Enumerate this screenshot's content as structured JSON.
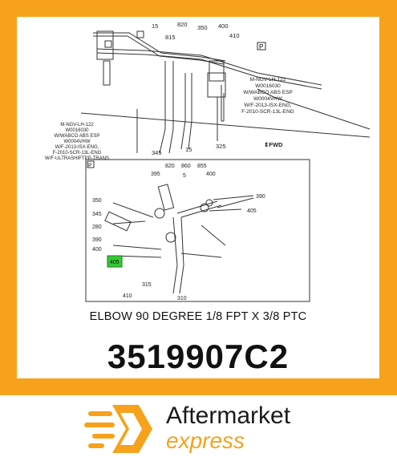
{
  "product": {
    "description": "ELBOW 90 DEGREE 1/8 FPT X 3/8 PTC",
    "part_number": "3519907C2"
  },
  "brand": {
    "word1": "Aftermarket",
    "word2": "express",
    "accent_color": "#f6a21c"
  },
  "diagram": {
    "callouts_top": [
      "15",
      "820",
      "350",
      "400",
      "815",
      "410"
    ],
    "p_marker": "P",
    "note_right": [
      "M-NGV-LH-122",
      "W0016030",
      "W/WABCO ABS ESP",
      "W0004VHW",
      "W/F-2013-ISX-ENG,",
      "F-2010-SCR-13L-ENG"
    ],
    "note_left": [
      "M-NGV-LH-122",
      "W0016030",
      "W/WABCO ABS ESP",
      "W0004VHW",
      "W/F-2013-ISX-ENG,",
      "F-2010-SCR-13L-ENG",
      "W/F-ULTRASHIFTPP-TRANS"
    ],
    "callouts_mid": [
      "345",
      "15",
      "325"
    ],
    "fwd_label": "FWD",
    "detail_callouts": [
      "820",
      "860",
      "855",
      "395",
      "5",
      "400",
      "390",
      "405",
      "350",
      "345",
      "280",
      "390",
      "400",
      "315",
      "410",
      "310"
    ],
    "highlight_callout": "405"
  }
}
